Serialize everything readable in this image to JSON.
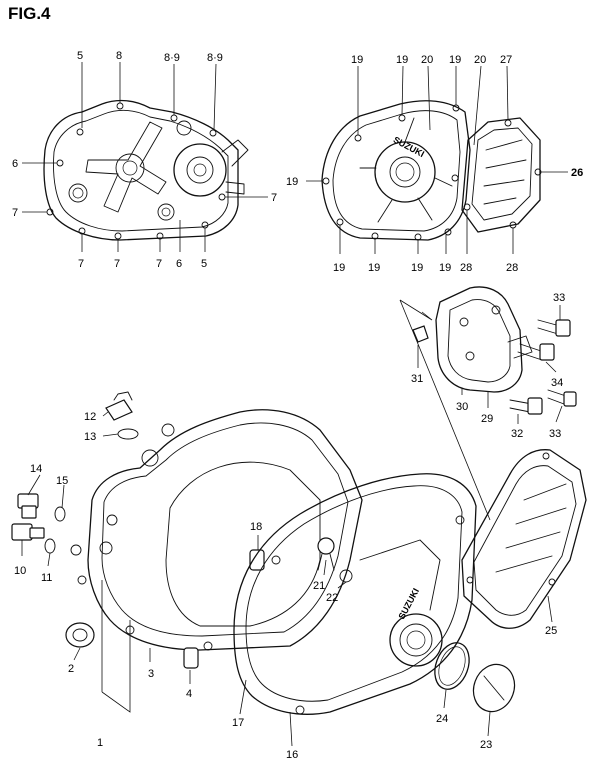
{
  "figure": {
    "title": "FIG.4",
    "brand_mark": "SUZUKI"
  },
  "callouts": [
    {
      "id": "c5a",
      "label": "5"
    },
    {
      "id": "c8",
      "label": "8"
    },
    {
      "id": "c89a",
      "label": "8·9"
    },
    {
      "id": "c89b",
      "label": "8·9"
    },
    {
      "id": "c6a",
      "label": "6"
    },
    {
      "id": "c7a",
      "label": "7"
    },
    {
      "id": "c7b",
      "label": "7"
    },
    {
      "id": "c7c",
      "label": "7"
    },
    {
      "id": "c7d",
      "label": "7"
    },
    {
      "id": "c7e",
      "label": "7"
    },
    {
      "id": "c6b",
      "label": "6"
    },
    {
      "id": "c5b",
      "label": "5"
    },
    {
      "id": "c19a",
      "label": "19"
    },
    {
      "id": "c19b",
      "label": "19"
    },
    {
      "id": "c20a",
      "label": "20"
    },
    {
      "id": "c19c",
      "label": "19"
    },
    {
      "id": "c20b",
      "label": "20"
    },
    {
      "id": "c27",
      "label": "27"
    },
    {
      "id": "c26",
      "label": "26"
    },
    {
      "id": "c19d",
      "label": "19"
    },
    {
      "id": "c19e",
      "label": "19"
    },
    {
      "id": "c19f",
      "label": "19"
    },
    {
      "id": "c19g",
      "label": "19"
    },
    {
      "id": "c19h",
      "label": "19"
    },
    {
      "id": "c28a",
      "label": "28"
    },
    {
      "id": "c28b",
      "label": "28"
    },
    {
      "id": "c33a",
      "label": "33"
    },
    {
      "id": "c31",
      "label": "31"
    },
    {
      "id": "c34",
      "label": "34"
    },
    {
      "id": "c30",
      "label": "30"
    },
    {
      "id": "c29",
      "label": "29"
    },
    {
      "id": "c32",
      "label": "32"
    },
    {
      "id": "c33b",
      "label": "33"
    },
    {
      "id": "c12",
      "label": "12"
    },
    {
      "id": "c13",
      "label": "13"
    },
    {
      "id": "c14",
      "label": "14"
    },
    {
      "id": "c15",
      "label": "15"
    },
    {
      "id": "c10",
      "label": "10"
    },
    {
      "id": "c11",
      "label": "11"
    },
    {
      "id": "c18",
      "label": "18"
    },
    {
      "id": "c21",
      "label": "21"
    },
    {
      "id": "c22",
      "label": "22"
    },
    {
      "id": "c2",
      "label": "2"
    },
    {
      "id": "c3",
      "label": "3"
    },
    {
      "id": "c4",
      "label": "4"
    },
    {
      "id": "c17",
      "label": "17"
    },
    {
      "id": "c16",
      "label": "16"
    },
    {
      "id": "c1",
      "label": "1"
    },
    {
      "id": "c24",
      "label": "24"
    },
    {
      "id": "c23",
      "label": "23"
    },
    {
      "id": "c25",
      "label": "25"
    }
  ]
}
